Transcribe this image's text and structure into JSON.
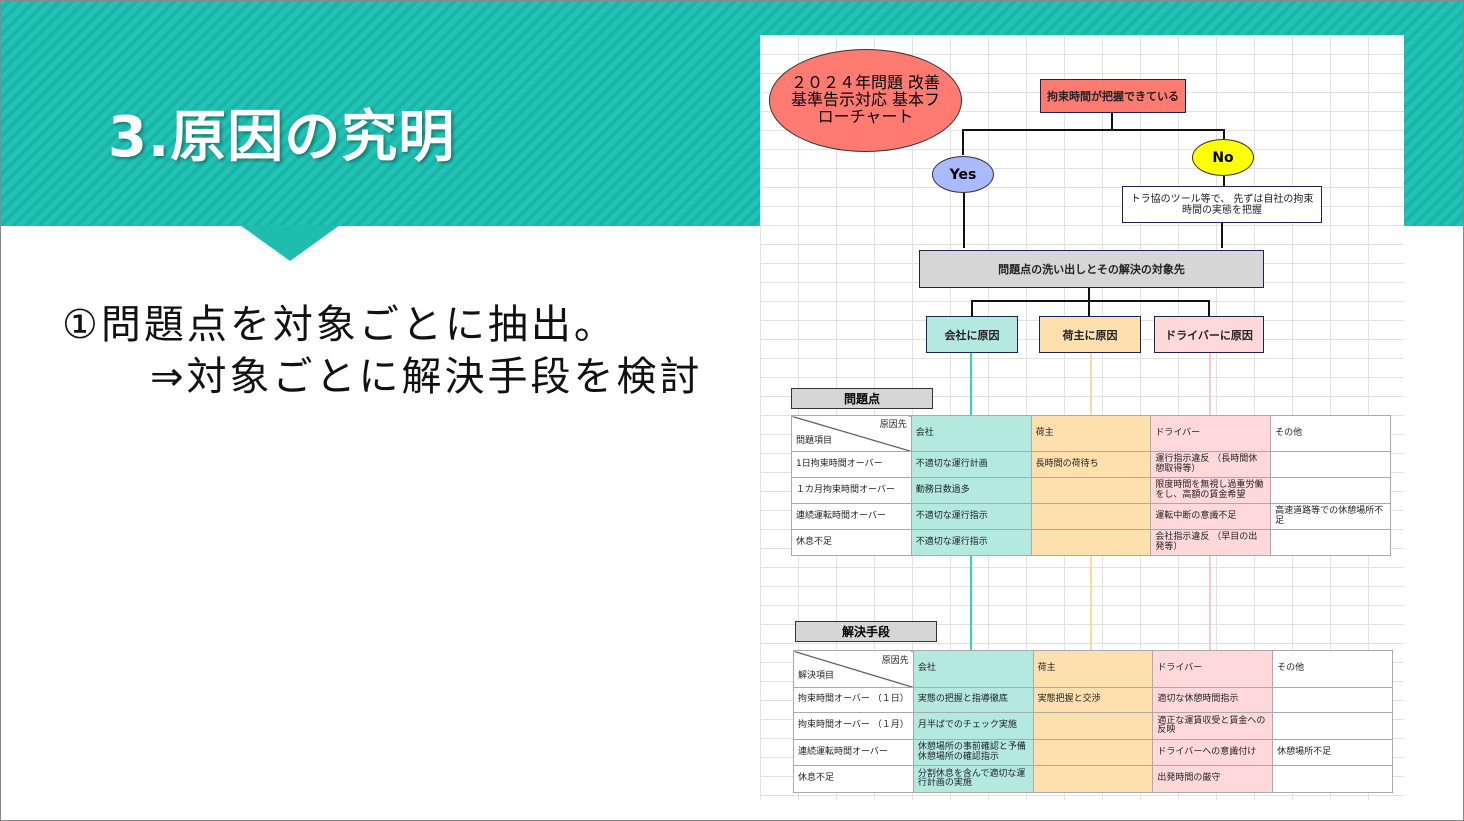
{
  "slide": {
    "title": "3.原因の究明",
    "line1": "①問題点を対象ごとに抽出。",
    "line2": "⇒対象ごとに解決手段を検討"
  },
  "colors": {
    "header": "#1fbcb0",
    "company": "#b3e9df",
    "shipper": "#fde0ae",
    "driver": "#ffd9d9",
    "start": "#ff7b72",
    "yes": "#aabaff",
    "no": "#ffff00"
  },
  "flow": {
    "title_oval": "２０２４年問題 改善基準告示対応 基本フローチャート",
    "start": "拘束時間が把握できている",
    "yes": "Yes",
    "no": "No",
    "no_step": "トラ協のツール等で、 先ずは自社の拘束時間の実態を把握",
    "analysis": "問題点の洗い出しとその解決の対象先",
    "cause_company": "会社に原因",
    "cause_shipper": "荷主に原因",
    "cause_driver": "ドライバーに原因"
  },
  "problems": {
    "label": "問題点",
    "header_top": "原因先",
    "header_bottom": "問題項目",
    "columns": [
      "会社",
      "荷主",
      "ドライバー",
      "その他"
    ],
    "rows": [
      [
        "1日拘束時間オーバー",
        "不適切な運行計画",
        "長時間の荷待ち",
        "運行指示違反 （長時間休憩取得等）",
        ""
      ],
      [
        "１カ月拘束時間オーバー",
        "勤務日数過多",
        "",
        "限度時間を無視し過重労働をし、高額の賃金希望",
        ""
      ],
      [
        "連続運転時間オーバー",
        "不適切な運行指示",
        "",
        "運転中断の意識不足",
        "高速道路等での休憩場所不足"
      ],
      [
        "休息不足",
        "不適切な運行指示",
        "",
        "会社指示違反 （早目の出発等）",
        ""
      ]
    ]
  },
  "solutions": {
    "label": "解決手段",
    "header_top": "原因先",
    "header_bottom": "解決項目",
    "columns": [
      "会社",
      "荷主",
      "ドライバー",
      "その他"
    ],
    "rows": [
      [
        "拘束時間オーバー （１日）",
        "実態の把握と指導徹底",
        "実態把握と交渉",
        "適切な休憩時間指示",
        ""
      ],
      [
        "拘束時間オーバー （１月）",
        "月半ばでのチェック実施",
        "",
        "適正な運賃収受と賃金への反映",
        ""
      ],
      [
        "連続運転時間オーバー",
        "休憩場所の事前確認と予備休憩場所の確認指示",
        "",
        "ドライバーへの意識付け",
        "休憩場所不足"
      ],
      [
        "休息不足",
        "分割休息を含んで適切な運行計画の実施",
        "",
        "出発時間の厳守",
        ""
      ]
    ]
  }
}
